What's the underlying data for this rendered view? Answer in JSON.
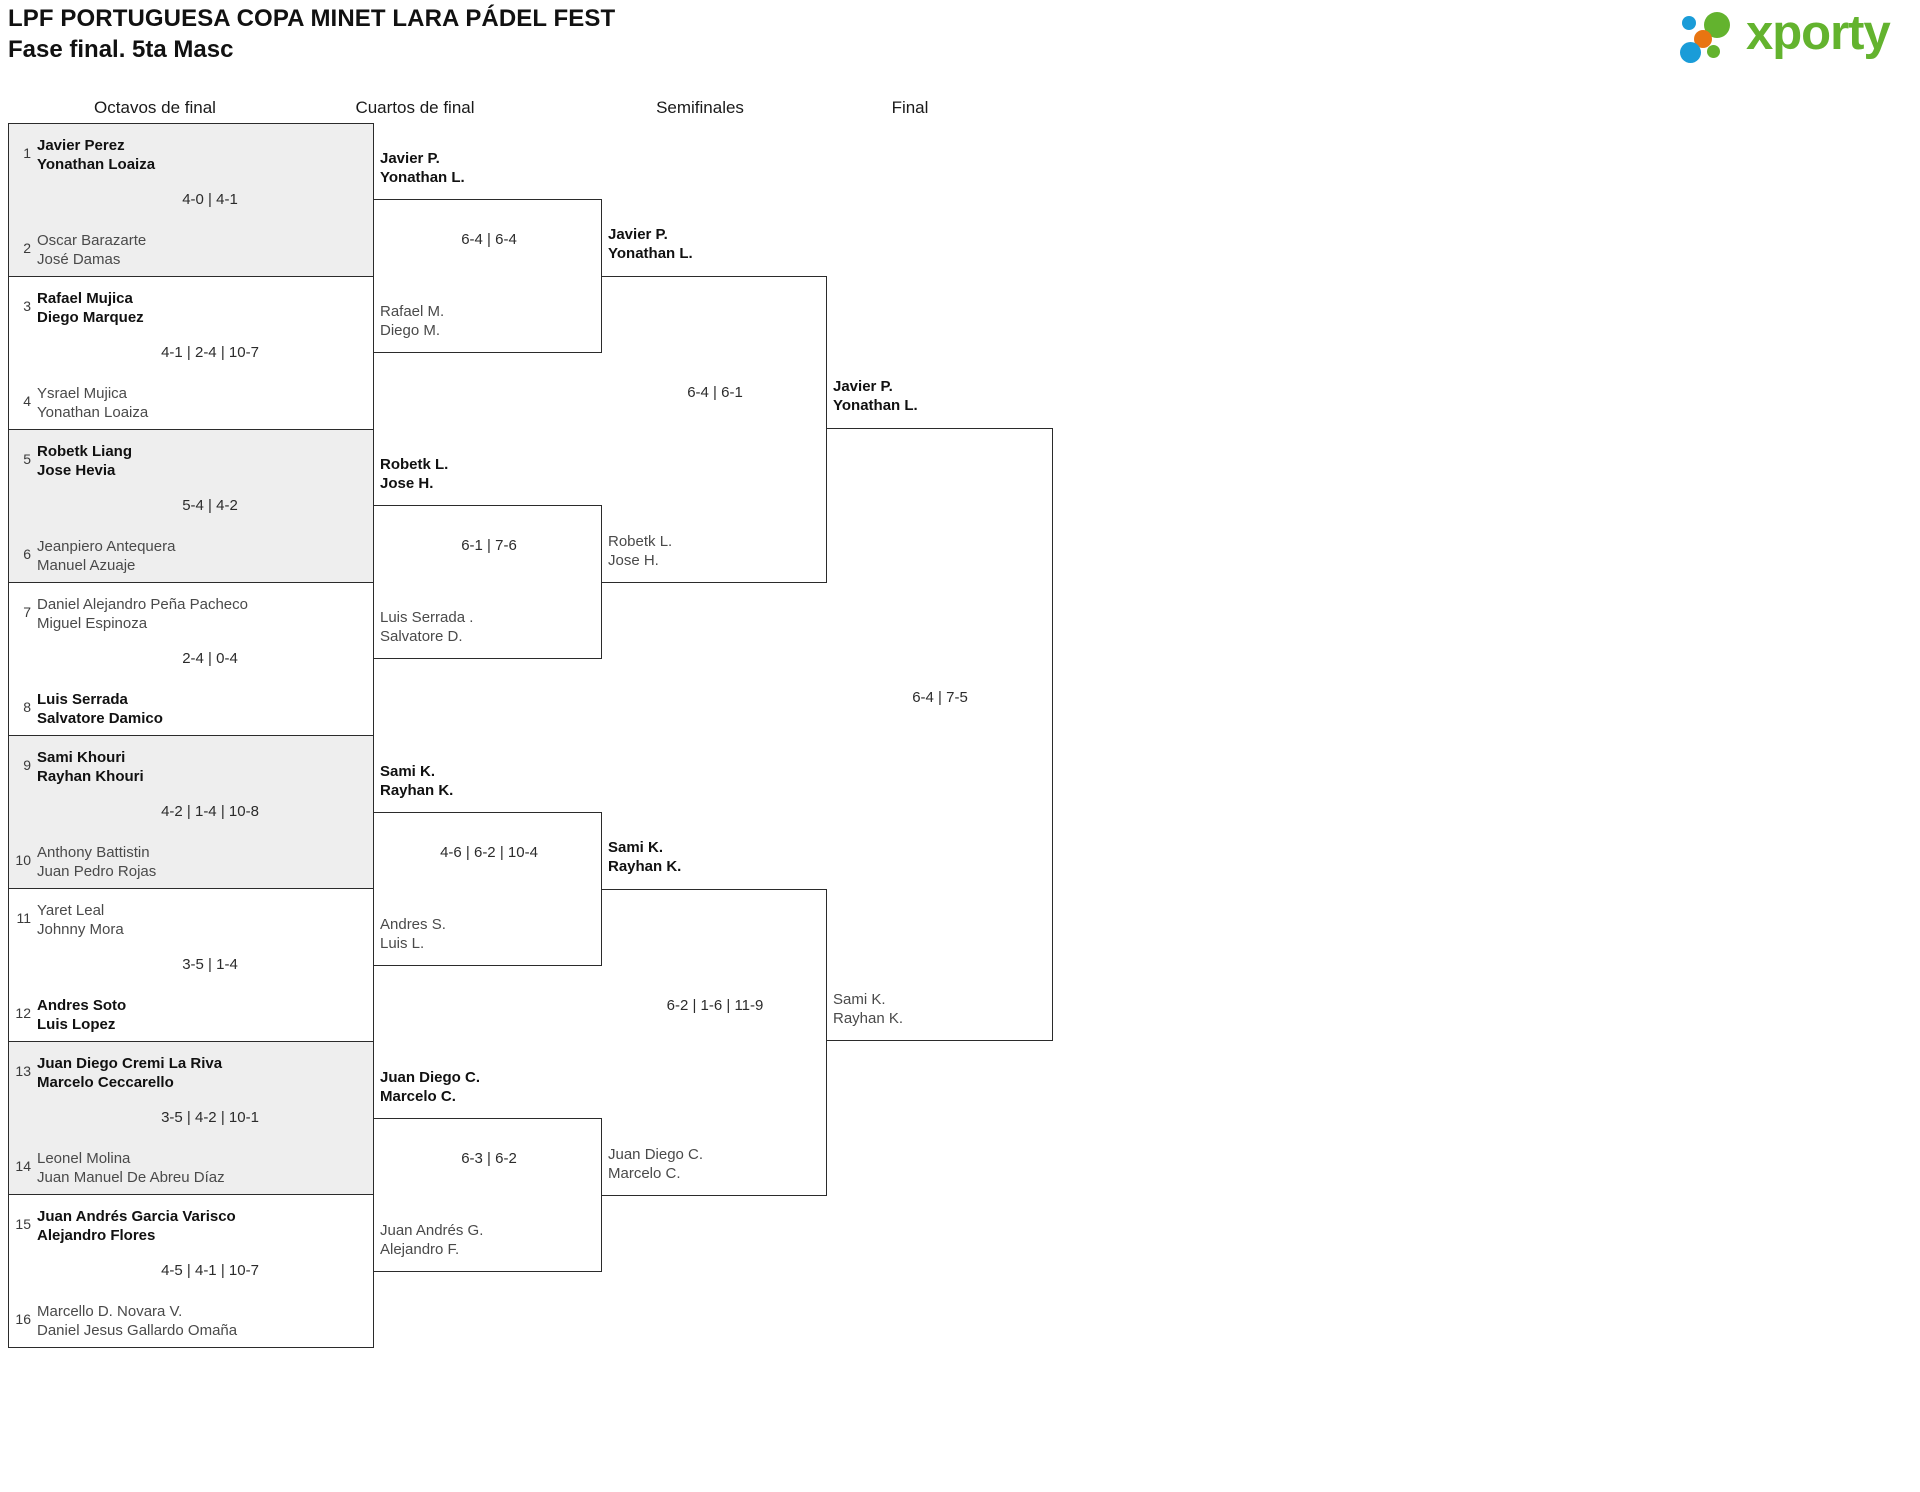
{
  "header": {
    "title": "LPF PORTUGUESA COPA MINET LARA PÁDEL FEST",
    "subtitle": "Fase final. 5ta Masc",
    "logo": {
      "wordmark": "xporty",
      "colors": {
        "blue": "#1a9cd8",
        "orange": "#e87511",
        "green": "#63b32e"
      }
    }
  },
  "rounds": [
    {
      "label": "Octavos de final"
    },
    {
      "label": "Cuartos de final"
    },
    {
      "label": "Semifinales"
    },
    {
      "label": "Final"
    }
  ],
  "round1": [
    {
      "shaded": true,
      "top": {
        "seed": "1",
        "p1": "Javier Perez",
        "p2": "Yonathan Loaiza",
        "winner": true
      },
      "bottom": {
        "seed": "2",
        "p1": "Oscar Barazarte",
        "p2": "José Damas",
        "winner": false
      },
      "score": "4-0 | 4-1"
    },
    {
      "shaded": false,
      "top": {
        "seed": "3",
        "p1": "Rafael Mujica",
        "p2": "Diego Marquez",
        "winner": true
      },
      "bottom": {
        "seed": "4",
        "p1": "Ysrael Mujica",
        "p2": "Yonathan Loaiza",
        "winner": false
      },
      "score": "4-1 | 2-4 | 10-7"
    },
    {
      "shaded": true,
      "top": {
        "seed": "5",
        "p1": "Robetk Liang",
        "p2": "Jose Hevia",
        "winner": true
      },
      "bottom": {
        "seed": "6",
        "p1": "Jeanpiero Antequera",
        "p2": "Manuel Azuaje",
        "winner": false
      },
      "score": "5-4 | 4-2"
    },
    {
      "shaded": false,
      "top": {
        "seed": "7",
        "p1": "Daniel Alejandro Peña Pacheco",
        "p2": "Miguel Espinoza",
        "winner": false
      },
      "bottom": {
        "seed": "8",
        "p1": "Luis Serrada",
        "p2": "Salvatore Damico",
        "winner": true
      },
      "score": "2-4 | 0-4"
    },
    {
      "shaded": true,
      "top": {
        "seed": "9",
        "p1": "Sami Khouri",
        "p2": "Rayhan Khouri",
        "winner": true
      },
      "bottom": {
        "seed": "10",
        "p1": "Anthony Battistin",
        "p2": "Juan Pedro Rojas",
        "winner": false
      },
      "score": "4-2 | 1-4 | 10-8"
    },
    {
      "shaded": false,
      "top": {
        "seed": "11",
        "p1": "Yaret Leal",
        "p2": "Johnny Mora",
        "winner": false
      },
      "bottom": {
        "seed": "12",
        "p1": "Andres Soto",
        "p2": "Luis Lopez",
        "winner": true
      },
      "score": "3-5 | 1-4"
    },
    {
      "shaded": true,
      "top": {
        "seed": "13",
        "p1": "Juan Diego Cremi La Riva",
        "p2": "Marcelo Ceccarello",
        "winner": true
      },
      "bottom": {
        "seed": "14",
        "p1": "Leonel Molina",
        "p2": "Juan Manuel De Abreu Díaz",
        "winner": false
      },
      "score": "3-5 | 4-2 | 10-1"
    },
    {
      "shaded": false,
      "top": {
        "seed": "15",
        "p1": "Juan Andrés Garcia Varisco",
        "p2": "Alejandro Flores",
        "winner": true
      },
      "bottom": {
        "seed": "16",
        "p1": "Marcello D. Novara V.",
        "p2": "Daniel Jesus Gallardo Omaña",
        "winner": false
      },
      "score": "4-5 | 4-1 | 10-7"
    }
  ],
  "round2": [
    {
      "top": {
        "p1": "Javier P.",
        "p2": "Yonathan L.",
        "winner": true
      },
      "bottom": {
        "p1": "Rafael M.",
        "p2": "Diego M.",
        "winner": false
      },
      "score": "6-4 | 6-4"
    },
    {
      "top": {
        "p1": "Robetk L.",
        "p2": "Jose H.",
        "winner": true
      },
      "bottom": {
        "p1": "Luis Serrada .",
        "p2": "Salvatore D.",
        "winner": false
      },
      "score": "6-1 | 7-6"
    },
    {
      "top": {
        "p1": "Sami K.",
        "p2": "Rayhan K.",
        "winner": true
      },
      "bottom": {
        "p1": "Andres S.",
        "p2": "Luis L.",
        "winner": false
      },
      "score": "4-6 | 6-2 | 10-4"
    },
    {
      "top": {
        "p1": "Juan Diego C.",
        "p2": "Marcelo C.",
        "winner": true
      },
      "bottom": {
        "p1": "Juan Andrés G.",
        "p2": "Alejandro F.",
        "winner": false
      },
      "score": "6-3 | 6-2"
    }
  ],
  "round3": [
    {
      "top": {
        "p1": "Javier P.",
        "p2": "Yonathan L.",
        "winner": true
      },
      "bottom": {
        "p1": "Robetk L.",
        "p2": "Jose H.",
        "winner": false
      },
      "score": "6-4 | 6-1"
    },
    {
      "top": {
        "p1": "Sami K.",
        "p2": "Rayhan K.",
        "winner": true
      },
      "bottom": {
        "p1": "Juan Diego C.",
        "p2": "Marcelo C.",
        "winner": false
      },
      "score": "6-2 | 1-6 | 11-9"
    }
  ],
  "round4": [
    {
      "top": {
        "p1": "Javier P.",
        "p2": "Yonathan L.",
        "winner": true
      },
      "bottom": {
        "p1": "Sami K.",
        "p2": "Rayhan K.",
        "winner": false
      },
      "score": "6-4 | 7-5"
    }
  ]
}
